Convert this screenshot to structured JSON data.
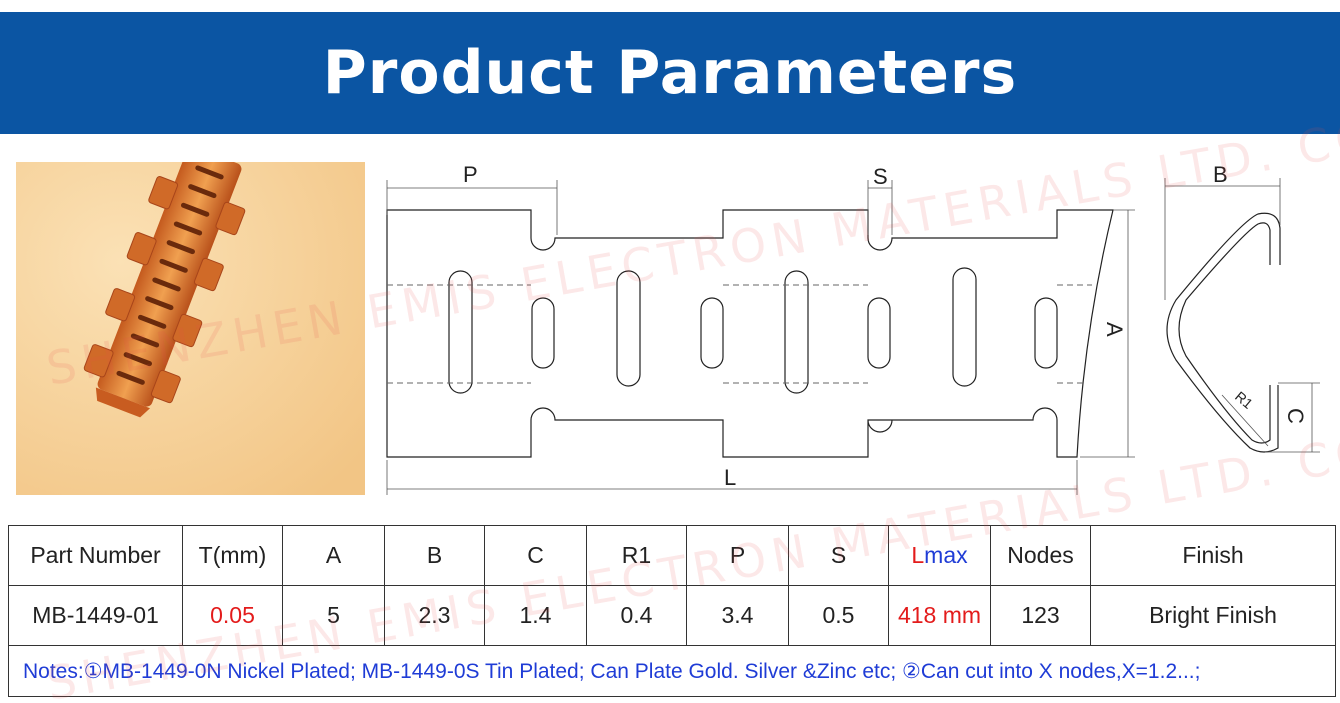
{
  "header": {
    "title": "Product Parameters"
  },
  "drawing": {
    "labels": {
      "p": "P",
      "s": "S",
      "l": "L",
      "a": "A",
      "b": "B",
      "c": "C",
      "r1": "R1"
    }
  },
  "table": {
    "headers": {
      "part_number": "Part Number",
      "t": "T(mm)",
      "a": "A",
      "b": "B",
      "c": "C",
      "r1": "R1",
      "p": "P",
      "s": "S",
      "lmax_l": "L",
      "lmax_rest": "max",
      "nodes": "Nodes",
      "finish": "Finish"
    },
    "row": {
      "part_number": "MB-1449-01",
      "t": "0.05",
      "a": "5",
      "b": "2.3",
      "c": "1.4",
      "r1": "0.4",
      "p": "3.4",
      "s": "0.5",
      "lmax": "418 mm",
      "nodes": "123",
      "finish": "Bright Finish"
    },
    "notes": "Notes:①MB-1449-0N Nickel Plated; MB-1449-0S Tin Plated; Can Plate Gold. Silver &Zinc etc; ②Can cut into X nodes,X=1.2...;"
  },
  "watermark": {
    "text": "SHENZHEN EMIS ELECTRON MATERIALS LTD. CO"
  },
  "colors": {
    "banner": "#0b55a3",
    "red": "#e31b1b",
    "blue": "#1f3cd6",
    "copper": "#e08a3c"
  }
}
